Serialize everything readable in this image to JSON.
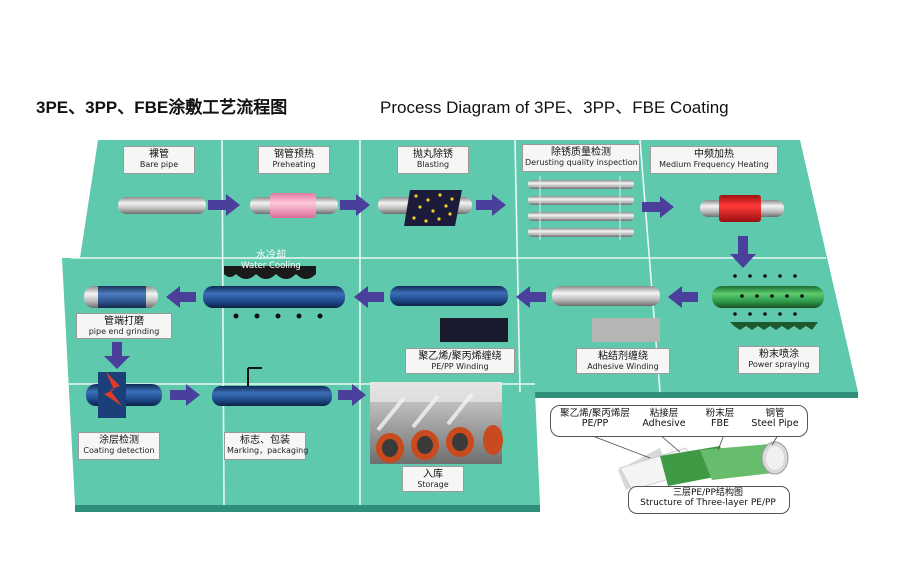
{
  "title_cn": "3PE、3PP、FBE涂敷工艺流程图",
  "title_en": "Process Diagram of 3PE、3PP、FBE Coating",
  "steps": {
    "bare_pipe": {
      "cn": "裸管",
      "en": "Bare pipe"
    },
    "preheating": {
      "cn": "钢管预热",
      "en": "Preheating"
    },
    "blasting": {
      "cn": "抛丸除锈",
      "en": "Blasting"
    },
    "derusting": {
      "cn": "除锈质量检测",
      "en": "Derusting quality inspection"
    },
    "mf_heating": {
      "cn": "中频加热",
      "en": "Medium Frequency Heating"
    },
    "water_cooling": {
      "cn": "水冷却",
      "en": "Water Cooling"
    },
    "pipe_end": {
      "cn": "管端打磨",
      "en": "pipe end grinding"
    },
    "pe_winding": {
      "cn": "聚乙烯/聚丙烯缠绕",
      "en": "PE/PP Winding"
    },
    "adhesive_winding": {
      "cn": "粘结剂缠绕",
      "en": "Adhesive Winding"
    },
    "powder_spraying": {
      "cn": "粉末喷涂",
      "en": "Power spraying"
    },
    "coating_detection": {
      "cn": "涂层检测",
      "en": "Coating detection"
    },
    "marking": {
      "cn": "标志、包装",
      "en": "Marking，packaging"
    },
    "storage": {
      "cn": "入库",
      "en": "Storage"
    }
  },
  "structure": {
    "layers": [
      {
        "cn": "聚乙烯/聚丙烯层",
        "en": "PE/PP"
      },
      {
        "cn": "粘接层",
        "en": "Adhesive"
      },
      {
        "cn": "粉末层",
        "en": "FBE"
      },
      {
        "cn": "钢管",
        "en": "Steel Pipe"
      }
    ],
    "caption_cn": "三层PE/PP结构图",
    "caption_en": "Structure of Three-layer PE/PP"
  },
  "colors": {
    "board": "#5ec9ad",
    "board_edge": "#2f8f7a",
    "arrow": "#4b3f9c",
    "pipe_blue": "#1f4a8a",
    "pipe_green": "#2e9a4a",
    "heating_red": "#e02020",
    "preheat_pink": "#f5a0c0"
  }
}
